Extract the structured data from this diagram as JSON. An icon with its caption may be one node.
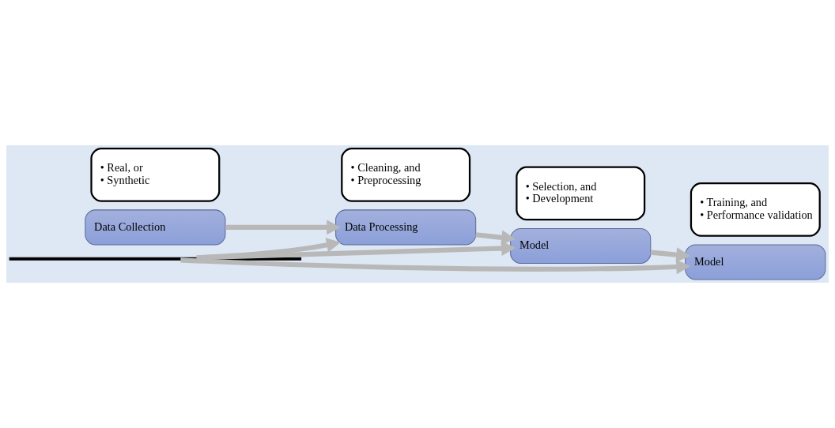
{
  "diagram": {
    "nodes": [
      {
        "text": [
          "Data Collection"
        ]
      },
      {
        "text": [
          "• Real, or",
          "• Synthetic"
        ]
      },
      {
        "text": [
          "Data Processing"
        ]
      },
      {
        "text": [
          "• Cleaning, and",
          "• Preprocessing"
        ]
      },
      {
        "text": [
          "Model"
        ]
      },
      {
        "text": [
          "• Selection, and",
          "• Development"
        ]
      },
      {
        "text": [
          "Model"
        ]
      },
      {
        "text": [
          "• Training, and",
          "• Performance validation"
        ]
      },
      {
        "text": [],
        "shape": "bar"
      }
    ],
    "edges": [
      {
        "from": 0,
        "to": 2,
        "arrow": "to"
      },
      {
        "from": 2,
        "to": 4,
        "arrow": "to"
      },
      {
        "from": 4,
        "to": 6,
        "arrow": "to"
      },
      {
        "from": 8,
        "to": 2,
        "arrow": "to"
      },
      {
        "from": 8,
        "to": 4,
        "arrow": "to"
      },
      {
        "from": 8,
        "to": 6,
        "arrow": "to"
      }
    ]
  }
}
